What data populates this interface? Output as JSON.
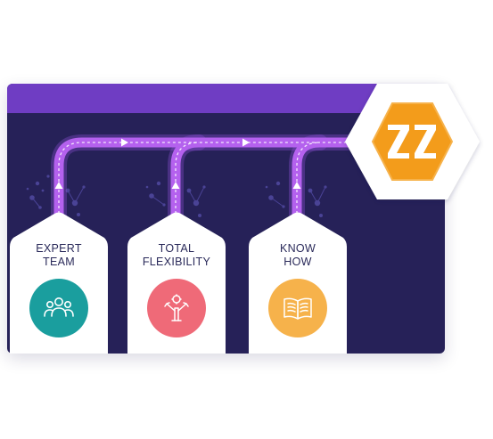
{
  "colors": {
    "panel_bg": "#262158",
    "panel_topbar": "#6f3dc3",
    "path_purple": "#b461ee",
    "card_bg": "#ffffff",
    "card_text": "#2a2a5a",
    "team_circle": "#1a9e9e",
    "flexibility_circle": "#ef6a78",
    "knowhow_circle": "#f6b24b",
    "logo_orange": "#f39c1b"
  },
  "logo": {
    "mark": "ZZ",
    "icon": "zz-logo-icon"
  },
  "cards": [
    {
      "id": "expert-team",
      "line1": "EXPERT",
      "line2": "TEAM",
      "icon": "team-icon",
      "color": "#1a9e9e"
    },
    {
      "id": "total-flexibility",
      "line1": "TOTAL",
      "line2": "FLEXIBILITY",
      "icon": "flexibility-icon",
      "color": "#ef6a78"
    },
    {
      "id": "know-how",
      "line1": "KNOW",
      "line2": "HOW",
      "icon": "open-book-icon",
      "color": "#f6b24b"
    }
  ]
}
